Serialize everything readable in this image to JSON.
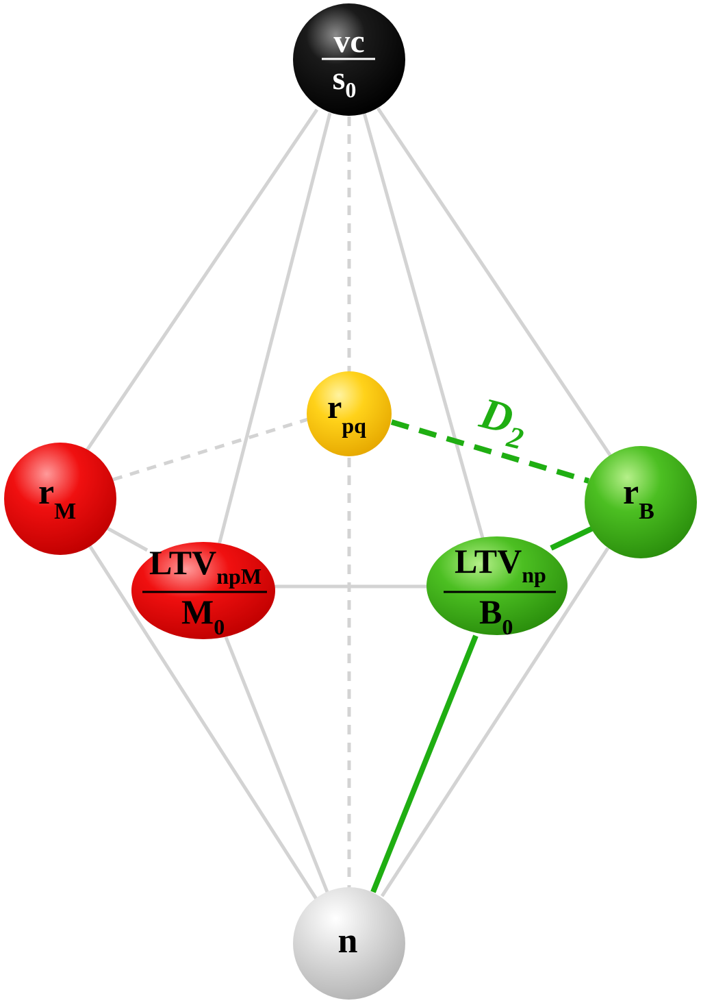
{
  "nodes": {
    "top": {
      "numerator": "vc",
      "denominator": "s",
      "denominator_sub": "0"
    },
    "rpq": {
      "main": "r",
      "sub": "pq"
    },
    "rM": {
      "main": "r",
      "sub": "M"
    },
    "rB": {
      "main": "r",
      "sub": "B"
    },
    "ltvM": {
      "numerator": "LTV",
      "numerator_sub": "npM",
      "denominator": "M",
      "denominator_sub": "0"
    },
    "ltvB": {
      "numerator": "LTV",
      "numerator_sub": "np",
      "denominator": "B",
      "denominator_sub": "0"
    },
    "bottom": {
      "main": "n"
    }
  },
  "annotations": {
    "distance": {
      "main": "D",
      "sub": "2"
    }
  },
  "colors": {
    "edge_gray": "#d3d3d3",
    "edge_green": "#1fae12",
    "node_black": "#000000",
    "node_yellow": "#f5c800",
    "node_red": "#e60000",
    "node_green": "#3aaa16",
    "node_gray": "#c8c8c8",
    "text_dark": "#000000",
    "text_light": "#ffffff",
    "label_green": "#1fae12"
  }
}
